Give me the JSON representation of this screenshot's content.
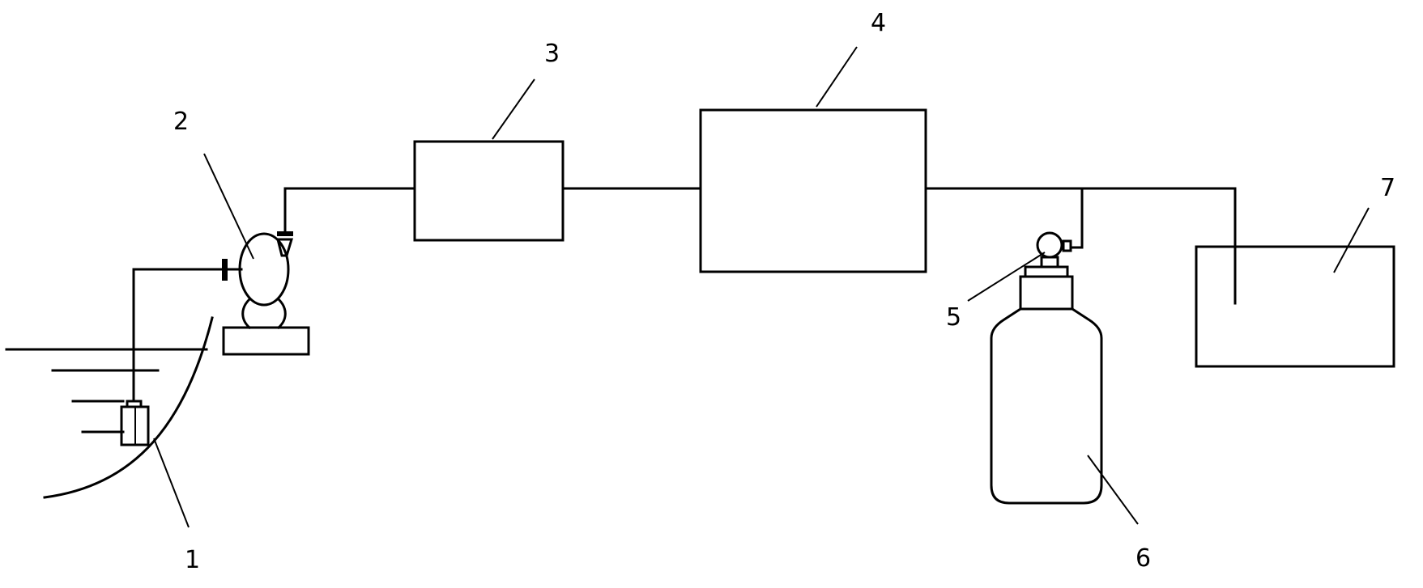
{
  "labels": {
    "water_source": "1",
    "pump": "2",
    "unit_3": "3",
    "unit_4": "4",
    "valve": "5",
    "gas_cylinder": "6",
    "tank": "7"
  },
  "colors": {
    "line": "#000000",
    "background": "#ffffff"
  }
}
